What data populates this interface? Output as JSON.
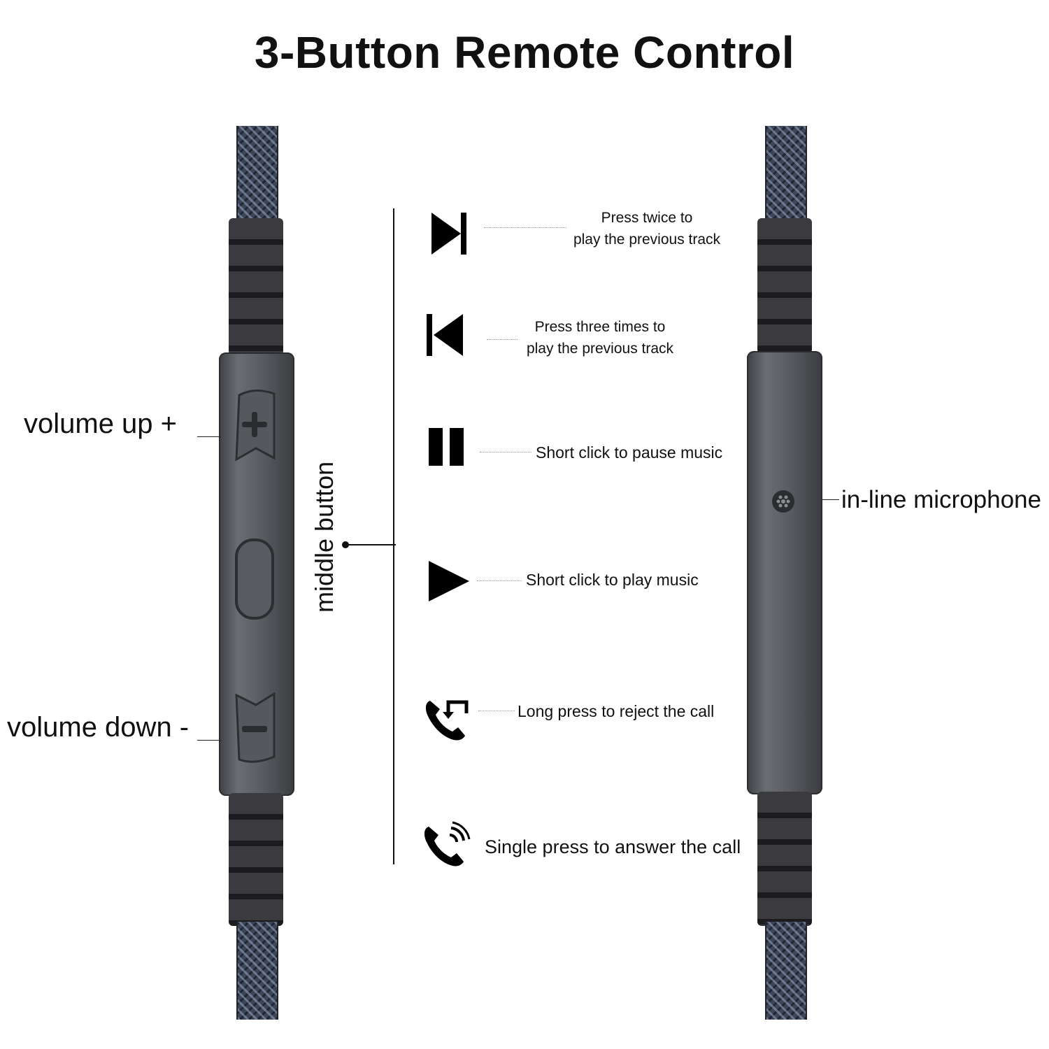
{
  "title": "3-Button Remote Control",
  "labels": {
    "volume_up": "volume up +",
    "volume_down": "volume down -",
    "middle_button": "middle button",
    "microphone": "in-line microphone"
  },
  "functions": [
    {
      "icon": "next-track-icon",
      "text_line1": "Press twice to",
      "text_line2": "play the previous track"
    },
    {
      "icon": "previous-track-icon",
      "text_line1": "Press three times to",
      "text_line2": "play the previous track"
    },
    {
      "icon": "pause-icon",
      "text_line1": "Short click to pause music"
    },
    {
      "icon": "play-icon",
      "text_line1": "Short click to play music"
    },
    {
      "icon": "reject-call-icon",
      "text_line1": "Long press to reject the call"
    },
    {
      "icon": "answer-call-icon",
      "text_line1": "Single press to answer the call"
    }
  ]
}
